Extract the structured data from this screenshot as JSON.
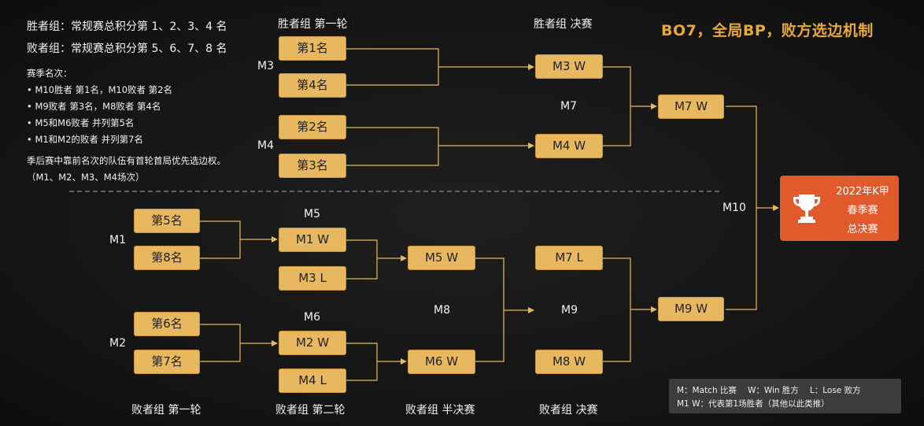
{
  "headline": "BO7，全局BP，败方选边机制",
  "info": {
    "winners_seed": "胜者组：常规赛总积分第 1、2、3、4 名",
    "losers_seed": "败者组：常规赛总积分第 5、6、7、8 名",
    "ranking_title": "赛季名次：",
    "rank_rules": [
      "• M10胜者 第1名，M10败者 第2名",
      "• M9败者 第3名，M8败者 第4名",
      "• M5和M6败者 并列第5名",
      "• M1和M2的败者 并列第7名"
    ],
    "side_note": "季后赛中靠前名次的队伍有首轮首局优先选边权。",
    "side_note_matches": "（M1、M2、M3、M4场次）"
  },
  "round_titles": {
    "winners_r1": "胜者组 第一轮",
    "winners_final": "胜者组 决赛",
    "losers_r1": "败者组 第一轮",
    "losers_r2": "败者组 第二轮",
    "losers_semi": "败者组 半决赛",
    "losers_final": "败者组 决赛"
  },
  "match_labels": {
    "m1": "M1",
    "m2": "M2",
    "m3": "M3",
    "m4": "M4",
    "m5": "M5",
    "m6": "M6",
    "m7": "M7",
    "m8": "M8",
    "m9": "M9",
    "m10": "M10"
  },
  "slots": {
    "w_seed1": "第1名",
    "w_seed4": "第4名",
    "w_seed2": "第2名",
    "w_seed3": "第3名",
    "l_seed5": "第5名",
    "l_seed8": "第8名",
    "l_seed6": "第6名",
    "l_seed7": "第7名",
    "m3w": "M3 W",
    "m4w": "M4 W",
    "m7w": "M7 W",
    "m1w": "M1 W",
    "m3l": "M3 L",
    "m2w": "M2 W",
    "m4l": "M4 L",
    "m5w": "M5 W",
    "m6w": "M6 W",
    "m7l": "M7 L",
    "m8w": "M8 W",
    "m9w": "M9 W"
  },
  "final": {
    "line1": "2022年K甲",
    "line2": "春季赛",
    "line3": "总决赛",
    "icon": "trophy-icon"
  },
  "legend": {
    "m": "M：Match 比赛",
    "w": "W：Win 胜方",
    "l": "L：Lose 败方",
    "example": "M1 W：代表第1场胜者（其他以此类推）"
  },
  "colors": {
    "slot_fill": "#e7b860",
    "line": "#e7b860",
    "headline": "#e8a93c",
    "final_box": "#e05a2c",
    "legend_bg": "#3c3c3c",
    "divider": "#8a8a8a"
  }
}
